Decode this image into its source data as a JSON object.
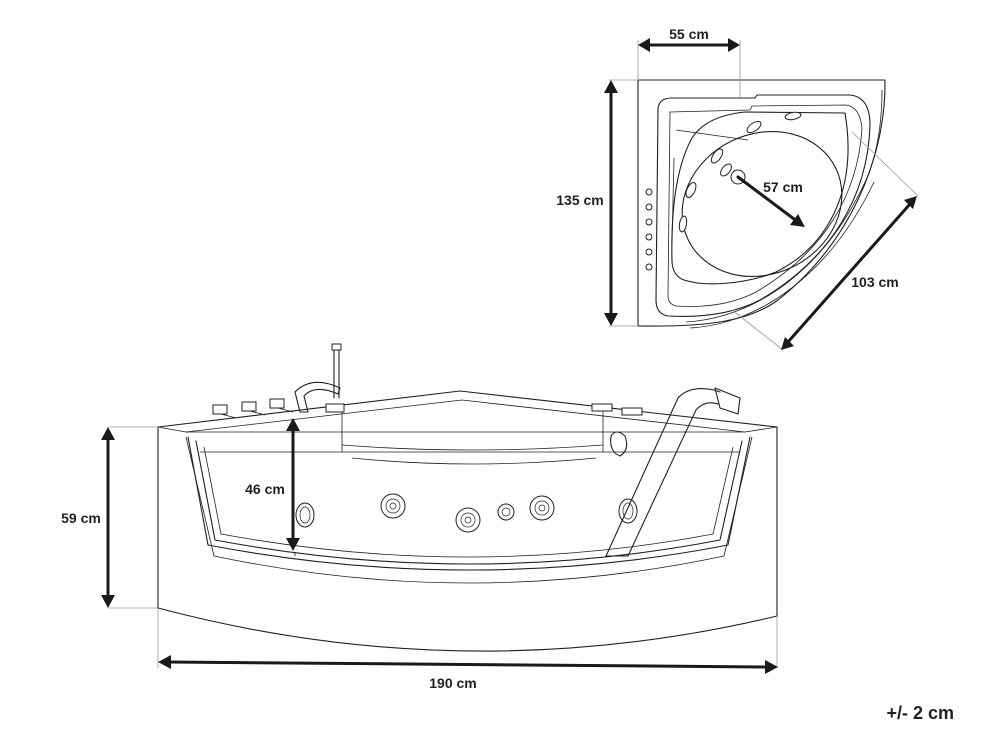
{
  "dimensions": {
    "top_width": "55 cm",
    "side_length": "135 cm",
    "inner_diameter": "57 cm",
    "diagonal_front": "103 cm",
    "total_width": "190 cm",
    "height": "59 cm",
    "inner_depth": "46 cm"
  },
  "tolerance": "+/- 2 cm",
  "colors": {
    "line": "#231f20",
    "dimension_arrow": "#1a1a1a",
    "background": "#ffffff"
  }
}
